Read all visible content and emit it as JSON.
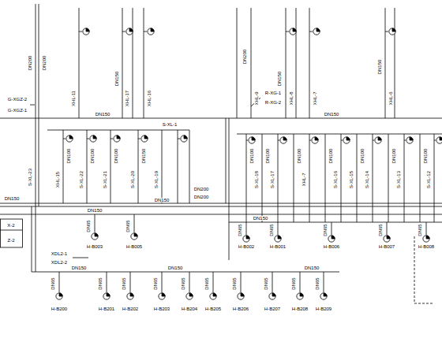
{
  "diagram": {
    "labels": [
      "DN200",
      "DN200",
      "DN150",
      "DN200",
      "DN150",
      "DN150",
      "G-XGZ-2",
      "G-XGZ-1",
      "R-XG-1",
      "R-XG-2",
      "XHL-11",
      "XHL-17",
      "XHL-16",
      "XHL-9",
      "XHL-8",
      "XHL-7",
      "XHL-6",
      "DN150",
      "DN150",
      "DN100",
      "DN100",
      "DN100",
      "DN150",
      "XHL-15",
      "S-XL-22",
      "S-XL-21",
      "S-XL-20",
      "S-XL-19",
      "S-XL-1",
      "S-XL-23",
      "DN100",
      "DN100",
      "DN100",
      "DN100",
      "DN100",
      "DN100",
      "DN100",
      "S-XL-18",
      "S-XL-17",
      "XHL-7",
      "S-XL-16",
      "S-XL-15",
      "S-XL-14",
      "S-XL-13",
      "S-XL-12",
      "DN200",
      "DN200",
      "DN150",
      "DN150",
      "DN150",
      "DN150",
      "X-2",
      "Z-2",
      "DN65",
      "DN65",
      "DN65",
      "DN65",
      "DN65",
      "DN65",
      "DN65",
      "H-B003",
      "H-B005",
      "H-B002",
      "H-B001",
      "H-B006",
      "H-B007",
      "H-B008",
      "XDL2-1",
      "XDL2-2",
      "DN150",
      "DN150",
      "DN150",
      "DN65",
      "DN65",
      "DN65",
      "DN65",
      "DN65",
      "DN65",
      "DN65",
      "DN65",
      "DN65",
      "DN65",
      "H-B200",
      "H-B201",
      "H-B202",
      "H-B203",
      "H-B204",
      "H-B205",
      "H-B206",
      "H-B207",
      "H-B208",
      "H-B209"
    ]
  }
}
